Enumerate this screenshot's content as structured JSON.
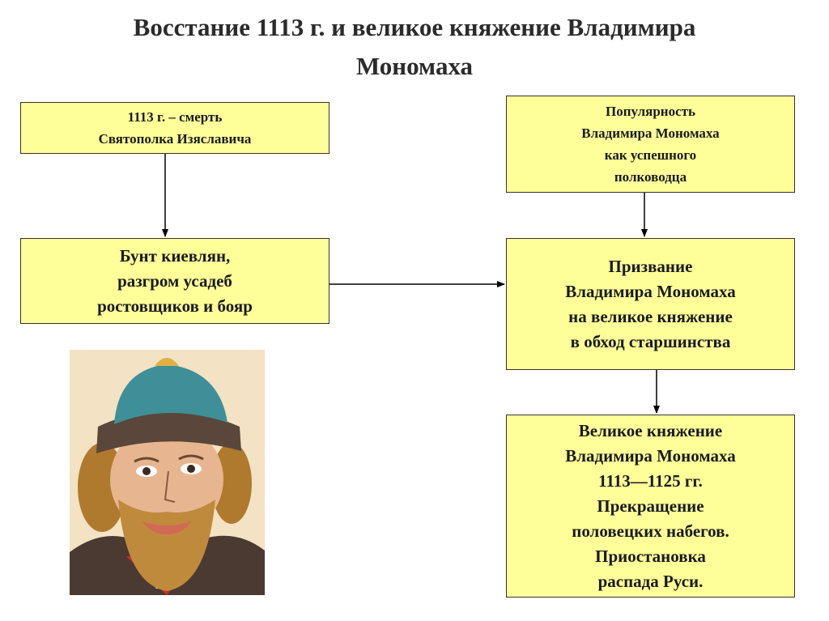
{
  "title": {
    "line1": "Восстание 1113 г. и великое княжение Владимира",
    "line2": "Мономаха"
  },
  "boxes": {
    "death": {
      "lines": [
        "1113 г. – смерть",
        "Святополка Изяславича"
      ]
    },
    "popularity": {
      "lines": [
        "Популярность",
        "Владимира Мономаха",
        "как успешного",
        "полководца"
      ]
    },
    "revolt": {
      "lines": [
        "Бунт киевлян,",
        "разгром усадеб",
        "ростовщиков и бояр"
      ]
    },
    "calling": {
      "lines": [
        "Призвание",
        "Владимира Мономаха",
        "на великое княжение",
        "в обход старшинства"
      ]
    },
    "reign": {
      "lines": [
        "Великое княжение",
        "Владимира Мономаха",
        "1113—1125 гг.",
        "Прекращение",
        "половецких набегов.",
        "Приостановка",
        "распада Руси."
      ]
    }
  },
  "colors": {
    "box_fill": "#ffff99",
    "border": "#333333"
  },
  "portrait": {
    "icon": "portrait-of-vladimir-monomakh"
  }
}
